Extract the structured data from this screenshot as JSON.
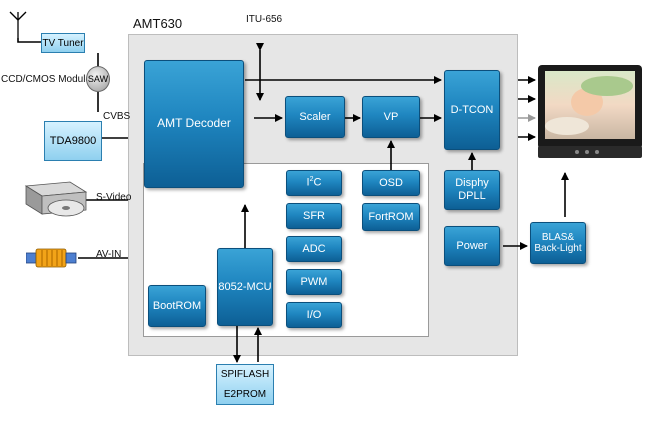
{
  "title": "AMT630",
  "itu_label": "ITU-656",
  "inputs": {
    "tv_tuner": "TV Tuner",
    "ccd_label": "CCD/CMOS Module",
    "saw": "SAW",
    "cvbs": "CVBS",
    "tda": "TDA9800",
    "svideo": "S-Video",
    "avin": "AV-IN"
  },
  "blocks": {
    "decoder": "AMT Decoder",
    "scaler": "Scaler",
    "vp": "VP",
    "dtcon": "D-TCON",
    "osd": "OSD",
    "fontrom": "FortROM",
    "dpll_line1": "Disphy",
    "dpll_line2": "DPLL",
    "power": "Power",
    "i2c_main": "I",
    "i2c_sup": "2",
    "i2c_tail": "C",
    "sfr": "SFR",
    "adc": "ADC",
    "pwm": "PWM",
    "io": "I/O",
    "mcu": "8052-MCU",
    "bootrom": "BootROM"
  },
  "external": {
    "spiflash_line1": "SPIFLASH",
    "spiflash_line2": "E2PROM",
    "backlight_line1": "BLAS&",
    "backlight_line2": "Back-Light"
  }
}
